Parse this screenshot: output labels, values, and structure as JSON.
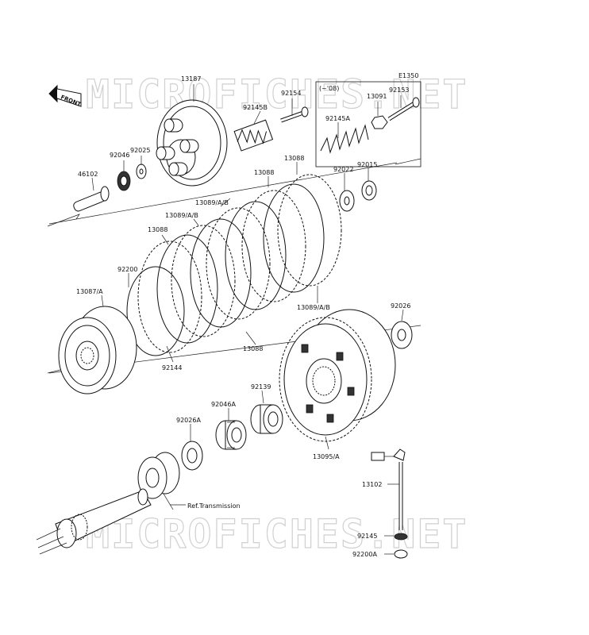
{
  "diagram_code": "E1350",
  "watermarks": [
    "MICROFICHES.NET",
    "MICROFICHES.NET"
  ],
  "front_label": "FRONT",
  "variant_note": "(~'08)",
  "ref_note": "Ref.Transmission",
  "labels": {
    "p13187": "13187",
    "p92154": "92154",
    "p92153": "92153",
    "p13091": "13091",
    "p92145B": "92145B",
    "p92145A": "92145A",
    "p92025": "92025",
    "p92046": "92046",
    "p46102": "46102",
    "p13088a": "13088",
    "p13088b": "13088",
    "p13088c": "13088",
    "p13088d": "13088",
    "p92022": "92022",
    "p92015": "92015",
    "p13089a": "13089/A/B",
    "p13089b": "13089/A/B",
    "p13089c": "13089/A/B",
    "p92200": "92200",
    "p13087": "13087/A",
    "p92144": "92144",
    "p92026": "92026",
    "p92139": "92139",
    "p92046A": "92046A",
    "p92026A": "92026A",
    "p13095": "13095/A",
    "p13102": "13102",
    "p92145": "92145",
    "p92200A": "92200A"
  }
}
